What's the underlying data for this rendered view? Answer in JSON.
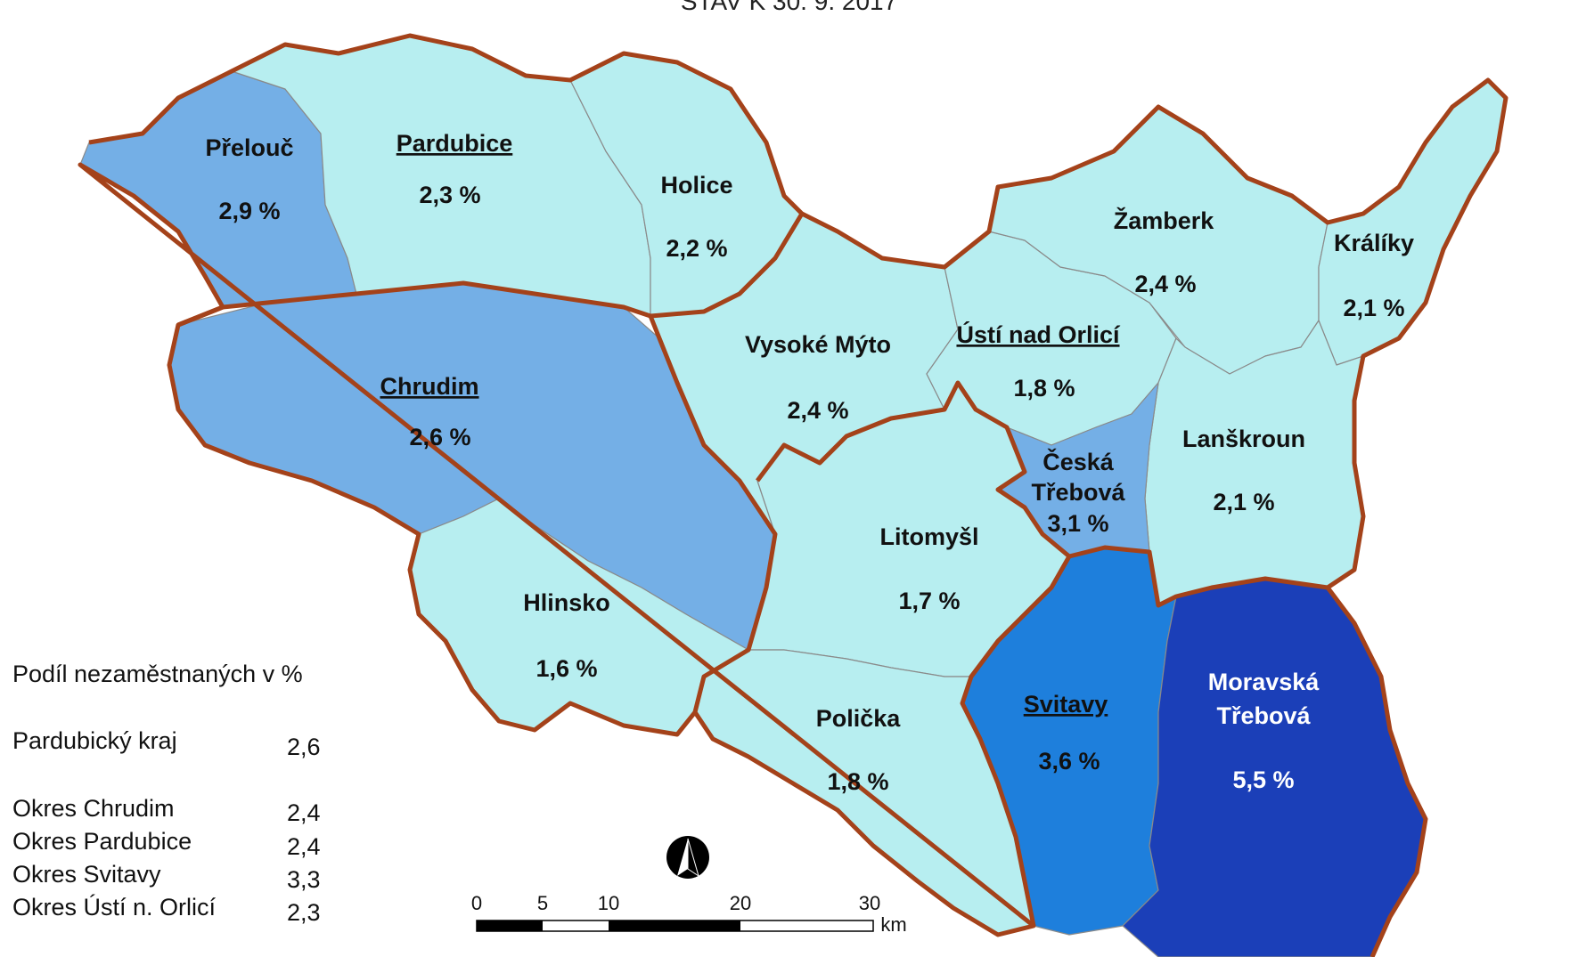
{
  "subtitle": "STAV K 30. 9. 2017",
  "colors": {
    "class_1": "#b7eef0",
    "class_2": "#74afe6",
    "class_3": "#1e7fdc",
    "class_4": "#1b3fb8",
    "district_border": "#a4421a"
  },
  "regions": [
    {
      "name": "Přelouč",
      "value": "2,9 %",
      "district_seat": false
    },
    {
      "name": "Pardubice",
      "value": "2,3 %",
      "district_seat": true
    },
    {
      "name": "Holice",
      "value": "2,2 %",
      "district_seat": false
    },
    {
      "name": "Chrudim",
      "value": "2,6 %",
      "district_seat": true
    },
    {
      "name": "Hlinsko",
      "value": "1,6 %",
      "district_seat": false
    },
    {
      "name": "Vysoké Mýto",
      "value": "2,4 %",
      "district_seat": false
    },
    {
      "name": "Ústí nad Orlicí",
      "value": "1,8 %",
      "district_seat": true
    },
    {
      "name": "Žamberk",
      "value": "2,4 %",
      "district_seat": false
    },
    {
      "name": "Králíky",
      "value": "2,1 %",
      "district_seat": false
    },
    {
      "name": "Lanškroun",
      "value": "2,1 %",
      "district_seat": false
    },
    {
      "name_line1": "Česká",
      "name_line2": "Třebová",
      "value": "3,1 %",
      "district_seat": false
    },
    {
      "name": "Litomyšl",
      "value": "1,7 %",
      "district_seat": false
    },
    {
      "name": "Polička",
      "value": "1,8 %",
      "district_seat": false
    },
    {
      "name": "Svitavy",
      "value": "3,6 %",
      "district_seat": true
    },
    {
      "name_line1": "Moravská",
      "name_line2": "Třebová",
      "value": "5,5 %",
      "district_seat": false
    }
  ],
  "legend": {
    "title": "Podíl nezaměstnaných v %",
    "rows": [
      {
        "label": "Pardubický kraj",
        "value": "2,6"
      },
      {
        "label": "Okres Chrudim",
        "value": "2,4"
      },
      {
        "label": "Okres Pardubice",
        "value": "2,4"
      },
      {
        "label": "Okres Svitavy",
        "value": "3,3"
      },
      {
        "label": "Okres Ústí n. Orlicí",
        "value": "2,3"
      }
    ]
  },
  "scale_bar": {
    "ticks": [
      "0",
      "5",
      "10",
      "20",
      "30"
    ],
    "unit": "km"
  },
  "north_arrow": "north-arrow-icon"
}
